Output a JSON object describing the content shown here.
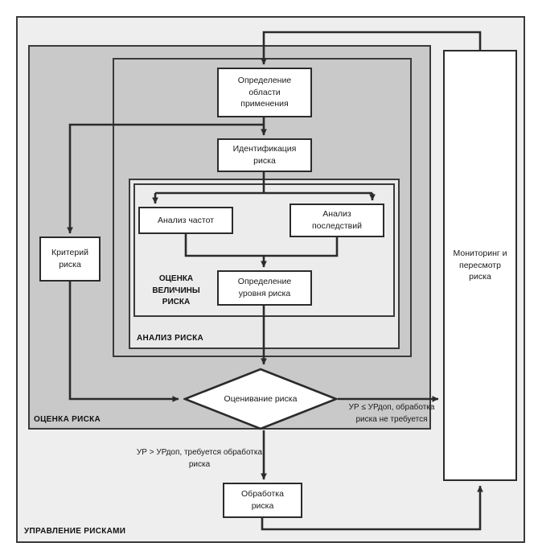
{
  "diagram": {
    "title_caption": "УПРАВЛЕНИЕ РИСКАМИ",
    "colors": {
      "page_background": "#ffffff",
      "outer_frame_fill": "#eeeeee",
      "assessment_frame_fill": "#c9c9c9",
      "analysis_frame_fill": "#e9e9e9",
      "magnitude_frame_fill": "#ececec",
      "box_fill": "#ffffff",
      "line": "#2b2b2b",
      "text": "#1a1a1a"
    },
    "frames": [
      {
        "id": "management",
        "caption": "УПРАВЛЕНИЕ РИСКАМИ"
      },
      {
        "id": "assessment",
        "caption": "ОЦЕНКА РИСКА"
      },
      {
        "id": "middle",
        "caption": ""
      },
      {
        "id": "analysis",
        "caption": "АНАЛИЗ РИСКА"
      },
      {
        "id": "magnitude",
        "caption": "ОЦЕНКА ВЕЛИЧИНЫ РИСКА"
      }
    ],
    "nodes": {
      "scope": {
        "line1": "Определение",
        "line2": "области",
        "line3": "применения"
      },
      "identification": {
        "line1": "Идентификация",
        "line2": "риска"
      },
      "frequency_analysis": {
        "line1": "Анализ частот"
      },
      "consequence_analysis": {
        "line1": "Анализ",
        "line2": "последствий"
      },
      "risk_level": {
        "line1": "Определение",
        "line2": "уровня риска"
      },
      "risk_criterion": {
        "line1": "Критерий",
        "line2": "риска"
      },
      "risk_evaluation": {
        "line1": "Оценивание риска"
      },
      "risk_treatment": {
        "line1": "Обработка",
        "line2": "риска"
      },
      "monitoring": {
        "line1": "Мониторинг и",
        "line2": "пересмотр",
        "line3": "риска"
      }
    },
    "edge_labels": {
      "accept": {
        "line1": "УР ≤ УРдоп,",
        "line2": "обработка риска",
        "line3": "не требуется"
      },
      "treat": {
        "line1": "УР > УРдоп,",
        "line2": "требуется обработка",
        "line3": "риска"
      }
    },
    "magnitude_caption": {
      "line1": "ОЦЕНКА",
      "line2": "ВЕЛИЧИНЫ",
      "line3": "РИСКА"
    }
  }
}
